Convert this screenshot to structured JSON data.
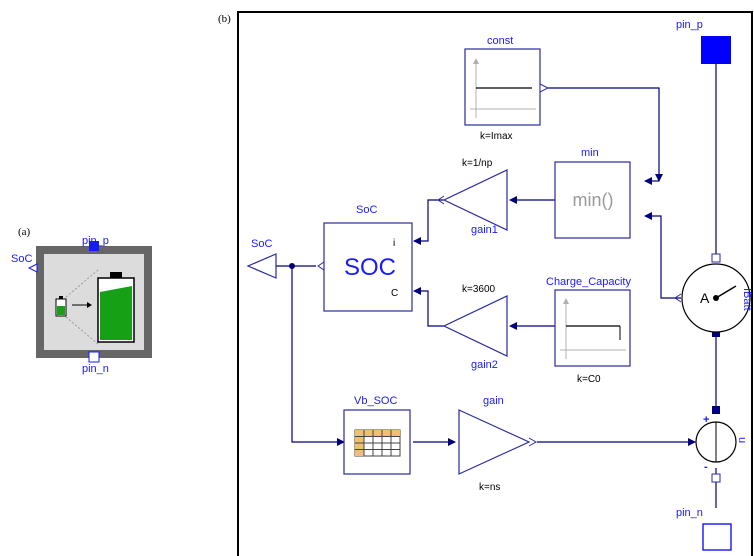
{
  "panel_a": {
    "tag": "(a)",
    "pin_p": "pin_p",
    "pin_n": "pin_n",
    "soc": "SoC"
  },
  "panel_b": {
    "tag": "(b)",
    "pin_p": "pin_p",
    "pin_n": "pin_n",
    "soc_output": "SoC",
    "const": {
      "name": "const",
      "param": "k=Imax"
    },
    "min": {
      "name": "min",
      "text": "min()"
    },
    "gain1": {
      "name": "gain1",
      "param": "k=1/np"
    },
    "gain2": {
      "name": "gain2",
      "param": "k=3600"
    },
    "soc_block": {
      "name": "SoC",
      "text": "SOC",
      "port_i": "i",
      "port_c": "C"
    },
    "charge_capacity": {
      "name": "Charge_Capacity",
      "param": "k=C0"
    },
    "ammeter": {
      "name": "IBatt",
      "symbol": "A"
    },
    "vb_soc": {
      "name": "Vb_SOC"
    },
    "gain": {
      "name": "gain",
      "param": "k=ns"
    },
    "voltage_source": {
      "name": "u",
      "plus": "+",
      "minus": "-"
    }
  },
  "colors": {
    "wire": "#00007f",
    "label": "#1a1aff",
    "battery_green": "#16a016",
    "table_orange": "#f0c070"
  }
}
